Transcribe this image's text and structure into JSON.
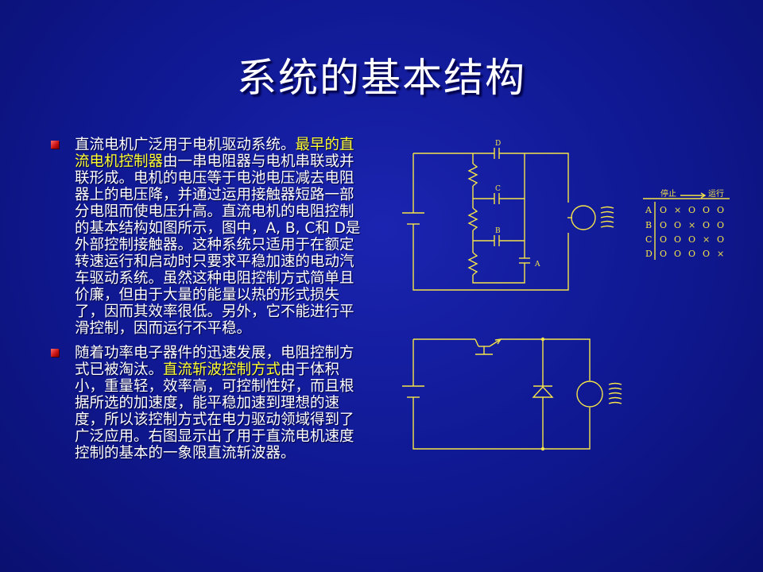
{
  "slide": {
    "title": "系统的基本结构"
  },
  "bullets": [
    {
      "segments": [
        {
          "text": "直流电机广泛用于电机驱动系统。",
          "highlight": false
        },
        {
          "text": "最早的直流电机控制器",
          "highlight": true
        },
        {
          "text": "由一串电阻器与电机串联或并联形成。电机的电压等于电池电压减去电阻器上的电压降，并通过运用接触器短路一部分电阻而使电压升高。直流电机的电阻控制的基本结构如图所示，图中，A, B, C和 D是外部控制接触器。这种系统只适用于在额定转速运行和启动时只要求平稳加速的电动汽车驱动系统。虽然这种电阻控制方式简单且价廉，但由于大量的能量以热的形式损失了，因而其效率很低。另外，它不能进行平滑控制，因而运行不平稳。",
          "highlight": false
        }
      ]
    },
    {
      "segments": [
        {
          "text": "随着功率电子器件的迅速发展，电阻控制方式已被淘汰。",
          "highlight": false
        },
        {
          "text": "直流斩波控制方式",
          "highlight": true
        },
        {
          "text": "由于体积小，重量轻，效率高，可控制性好，而且根据所选的加速度，能平稳加速到理想的速度，所以该控制方式在电力驱动领域得到了广泛应用。右图显示出了用于直流电机速度控制的基本的一象限直流斩波器。",
          "highlight": false
        }
      ]
    }
  ],
  "circuit1": {
    "labels": [
      "D",
      "C",
      "B",
      "A"
    ]
  },
  "switch_table": {
    "header_stop": "停止",
    "header_run": "运行",
    "rows": [
      {
        "label": "A",
        "cells": [
          "O",
          "×",
          "O",
          "O",
          "O"
        ]
      },
      {
        "label": "B",
        "cells": [
          "O",
          "O",
          "×",
          "O",
          "O"
        ]
      },
      {
        "label": "C",
        "cells": [
          "O",
          "O",
          "O",
          "×",
          "O"
        ]
      },
      {
        "label": "D",
        "cells": [
          "O",
          "O",
          "O",
          "O",
          "×"
        ]
      }
    ]
  },
  "colors": {
    "background": "#1016a0",
    "text": "#ffffff",
    "highlight": "#ffff33",
    "circuit": "#f5e44a",
    "bullet": "#d41818"
  }
}
